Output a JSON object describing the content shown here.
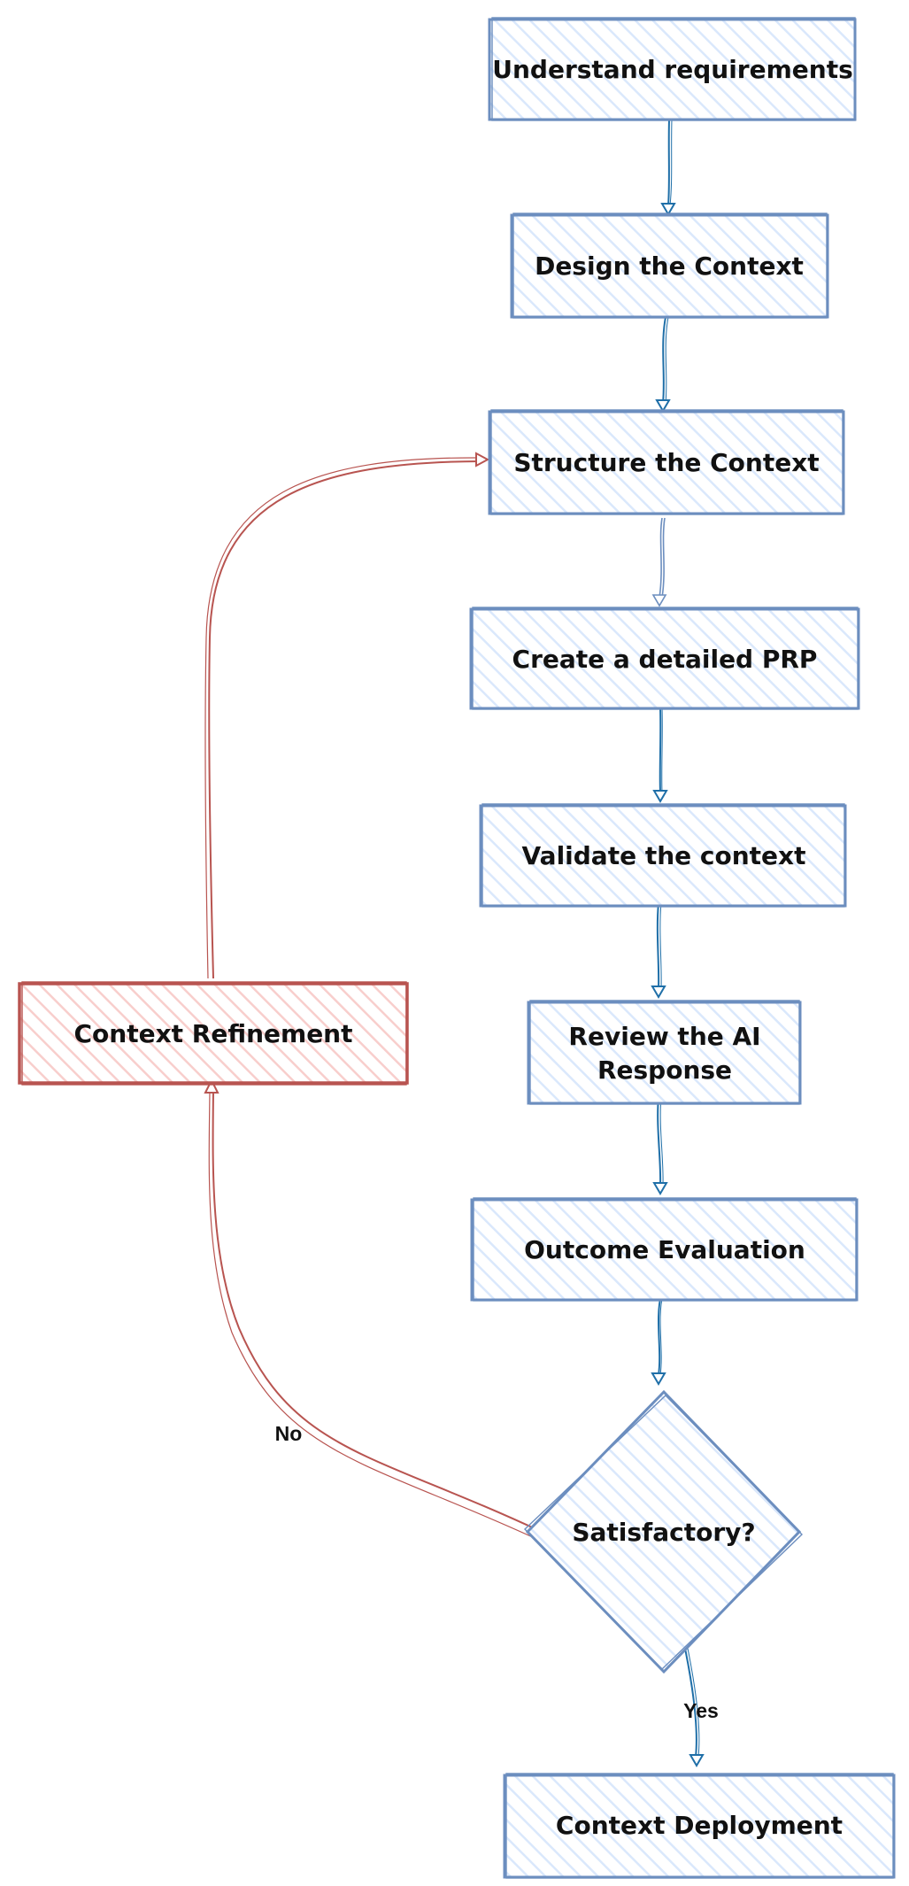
{
  "colors": {
    "blue_stroke": "#6c8ebf",
    "blue_fill": "#dae8fc",
    "blue_edge": "#1f6fa8",
    "red_stroke": "#b85450",
    "red_fill": "#f8cecc"
  },
  "nodes": {
    "understand": "Understand requirements",
    "design": "Design the Context",
    "structure": "Structure the Context",
    "prp": "Create a detailed PRP",
    "validate": "Validate the context",
    "review_line1": "Review the AI",
    "review_line2": "Response",
    "evaluation": "Outcome Evaluation",
    "satisfactory": "Satisfactory?",
    "deployment": "Context Deployment",
    "refinement": "Context Refinement"
  },
  "edges": {
    "no_label": "No",
    "yes_label": "Yes"
  }
}
